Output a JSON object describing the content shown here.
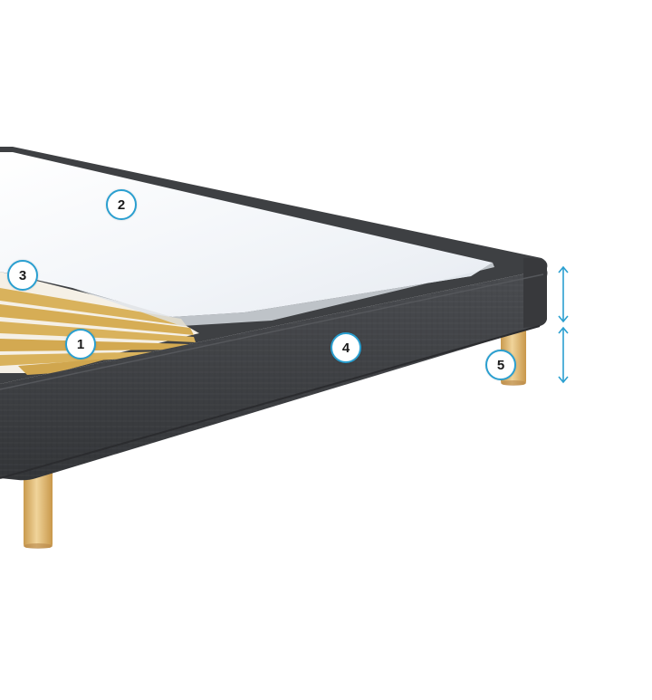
{
  "callouts": [
    {
      "label": "1"
    },
    {
      "label": "2"
    },
    {
      "label": "3"
    },
    {
      "label": "4"
    },
    {
      "label": "5"
    }
  ],
  "colors": {
    "frame_fabric": "#3d3f42",
    "mattress_top": "#f4f6f9",
    "slats": "#d8b15c",
    "legs": "#e2c07e",
    "accent": "#2a9fd0"
  },
  "icons": {
    "height_dimension_top": "double-arrow-vertical-icon",
    "height_dimension_bottom": "double-arrow-vertical-icon"
  }
}
